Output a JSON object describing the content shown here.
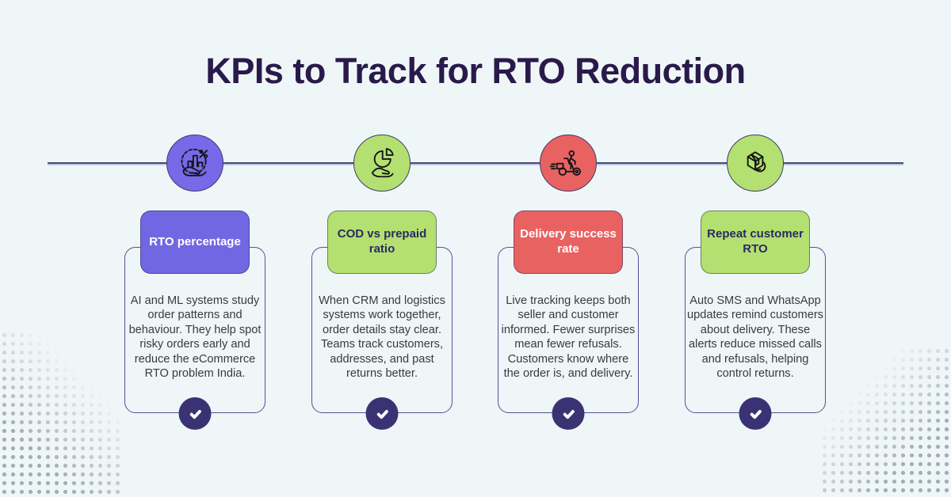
{
  "page": {
    "title": "KPIs to Track for RTO Reduction"
  },
  "theme": {
    "background": "#eff6f7",
    "title_color": "#2a1a4b",
    "timeline_color": "#4a4872",
    "card_border": "#574e9c",
    "badge_color": "#3b3274",
    "body_text_color": "#3a3a40",
    "halftone_dot_color": "#98a1a8",
    "purple": "#7267e2",
    "green": "#b3e070",
    "red": "#e96262"
  },
  "badge_icon": "check-icon",
  "columns": [
    {
      "icon": "hand-bar-chart-percent-icon",
      "circle_color": "#7769e8",
      "pill_color": "#7267e2",
      "pill_text_color": "#ffffff",
      "title": "RTO percentage",
      "body": "AI and ML systems study order patterns and behaviour. They help spot risky orders early and reduce the eCommerce RTO problem India."
    },
    {
      "icon": "pie-chart-hand-icon",
      "circle_color": "#b3e070",
      "pill_color": "#b3e070",
      "pill_text_color": "#2c2960",
      "title": "COD vs prepaid ratio",
      "body": "When CRM and logistics systems work together, order details stay clear. Teams track customers, addresses, and past returns better."
    },
    {
      "icon": "delivery-scooter-icon",
      "circle_color": "#e96262",
      "pill_color": "#e96262",
      "pill_text_color": "#ffffff",
      "title": "Delivery success rate",
      "body": "Live tracking keeps both seller and customer informed. Fewer surprises mean fewer refusals. Customers know where the order is, and delivery."
    },
    {
      "icon": "package-return-icon",
      "circle_color": "#b3e070",
      "pill_color": "#b3e070",
      "pill_text_color": "#2c2960",
      "title": "Repeat customer RTO",
      "body": "Auto SMS and WhatsApp updates remind customers about delivery. These alerts reduce missed calls and refusals, helping control returns."
    }
  ]
}
